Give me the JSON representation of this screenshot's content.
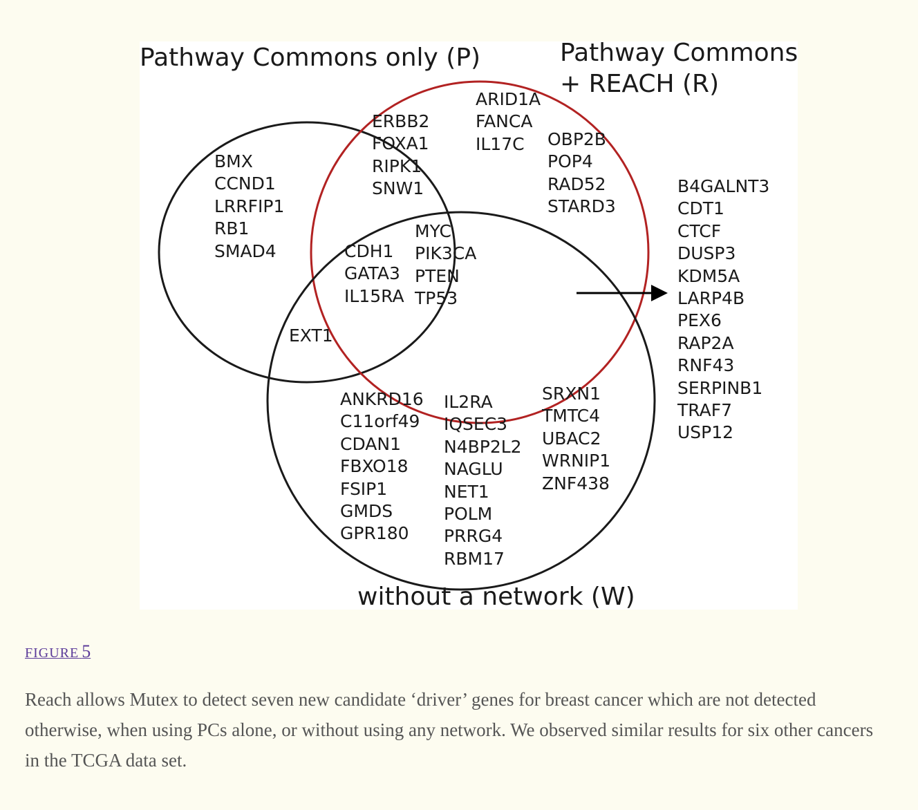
{
  "figure": {
    "sets": {
      "P": "Pathway Commons only (P)",
      "R": [
        "Pathway Commons",
        "+ REACH (R)"
      ],
      "W": "without a network (W)"
    },
    "colors": {
      "P": "#1a1a1a",
      "R": "#b22222",
      "W": "#1a1a1a"
    },
    "regions": {
      "P_only": [
        "BMX",
        "CCND1",
        "LRRFIP1",
        "RB1",
        "SMAD4"
      ],
      "P_R": [
        "ERBB2",
        "FOXA1",
        "RIPK1",
        "SNW1"
      ],
      "R_only_a": [
        "ARID1A",
        "FANCA",
        "IL17C"
      ],
      "R_only_b": [
        "OBP2B",
        "POP4",
        "RAD52",
        "STARD3"
      ],
      "P_R_W_a": [
        "CDH1",
        "GATA3",
        "IL15RA"
      ],
      "P_R_W_b": [
        "MYC",
        "PIK3CA",
        "PTEN",
        "TP53"
      ],
      "P_W": [
        "EXT1"
      ],
      "W_only_a": [
        "ANKRD16",
        "C11orf49",
        "CDAN1",
        "FBXO18",
        "FSIP1",
        "GMDS",
        "GPR180"
      ],
      "W_only_b": [
        "IL2RA",
        "IQSEC3",
        "N4BP2L2",
        "NAGLU",
        "NET1",
        "POLM",
        "PRRG4",
        "RBM17"
      ],
      "W_only_c": [
        "SRXN1",
        "TMTC4",
        "UBAC2",
        "WRNIP1",
        "ZNF438"
      ],
      "R_W_new": [
        "B4GALNT3",
        "CDT1",
        "CTCF",
        "DUSP3",
        "KDM5A",
        "LARP4B",
        "PEX6",
        "RAP2A",
        "RNF43",
        "SERPINB1",
        "TRAF7",
        "USP12"
      ]
    }
  },
  "caption": {
    "label": "FIGURE",
    "number": "5",
    "text": "Reach allows Mutex to detect seven new candidate ‘driver’ genes for breast cancer which are not detected otherwise, when using PCs alone, or without using any network. We observed similar results for six other cancers in the TCGA data set."
  }
}
